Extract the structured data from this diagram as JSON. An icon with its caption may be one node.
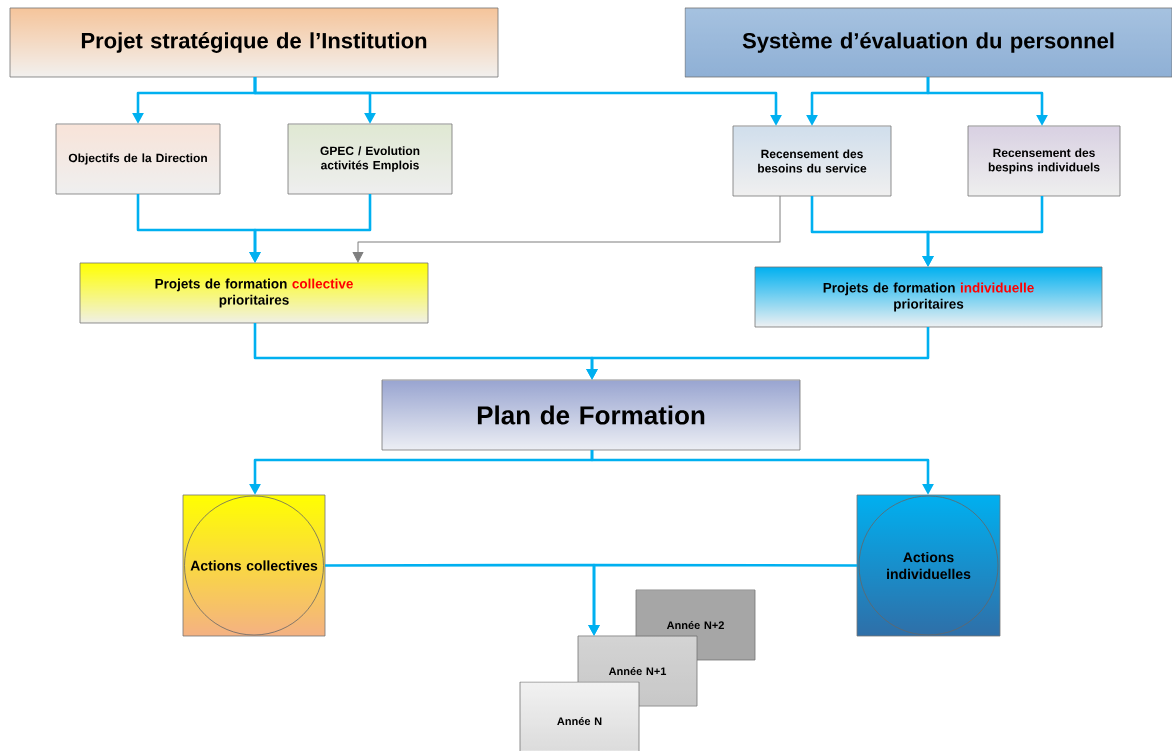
{
  "diagram": {
    "nodes": [
      {
        "text": [
          "Projet stratégique de l’Institution"
        ]
      },
      {
        "text": [
          "Système d’évaluation du personnel"
        ]
      },
      {
        "text": [
          "Objectifs de la Direction"
        ]
      },
      {
        "text": [
          "GPEC / Evolution activités Emplois"
        ]
      },
      {
        "text": [
          "Recensement des besoins du service"
        ]
      },
      {
        "text": [
          "Recensement des bespins individuels"
        ]
      },
      {
        "text": [
          "Projets de formation",
          "collective",
          "prioritaires"
        ]
      },
      {
        "text": [
          "Projets de formation",
          "individuelle",
          "prioritaires"
        ]
      },
      {
        "text": [
          "Plan de Formation"
        ]
      },
      {
        "text": [
          "Actions collectives"
        ]
      },
      {
        "text": [
          "Actions individuelles"
        ]
      },
      {
        "text": [
          "Année N+2"
        ]
      },
      {
        "text": [
          "Année N+1"
        ]
      },
      {
        "text": [
          "Année N"
        ]
      }
    ],
    "edges": [
      {
        "from": 0,
        "to": 2,
        "arrow": "to"
      },
      {
        "from": 0,
        "to": 3,
        "arrow": "to"
      },
      {
        "from": 0,
        "to": 4,
        "arrow": "to"
      },
      {
        "from": 1,
        "to": 4,
        "arrow": "to"
      },
      {
        "from": 1,
        "to": 5,
        "arrow": "to"
      },
      {
        "from": 2,
        "to": 6,
        "arrow": "to"
      },
      {
        "from": 3,
        "to": 6,
        "arrow": "to"
      },
      {
        "from": 4,
        "to": 6,
        "arrow": "to",
        "color": "#7f7f7f"
      },
      {
        "from": 4,
        "to": 7,
        "arrow": "to"
      },
      {
        "from": 5,
        "to": 7,
        "arrow": "to"
      },
      {
        "from": 6,
        "to": 8,
        "arrow": "to"
      },
      {
        "from": 7,
        "to": 8,
        "arrow": "to"
      },
      {
        "from": 8,
        "to": 9,
        "arrow": "to"
      },
      {
        "from": 8,
        "to": 10,
        "arrow": "to"
      },
      {
        "from": 9,
        "to": 12,
        "arrow": "to"
      },
      {
        "from": 10,
        "to": 12,
        "arrow": "to"
      }
    ]
  }
}
